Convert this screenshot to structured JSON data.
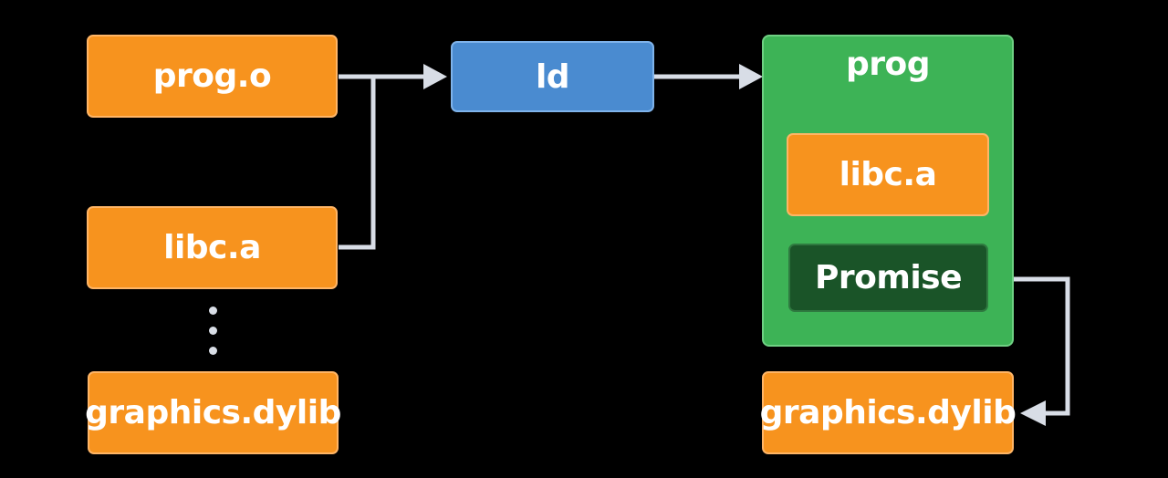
{
  "inputs": {
    "prog_o": "prog.o",
    "libc_a": "libc.a",
    "graphics_dylib": "graphics.dylib"
  },
  "linker": {
    "label": "ld"
  },
  "output": {
    "title": "prog",
    "libc_a": "libc.a",
    "promise": "Promise",
    "graphics_dylib": "graphics.dylib"
  },
  "colors": {
    "input_box": "#f7931e",
    "linker_box": "#4a8bd0",
    "output_container": "#3db356",
    "promise_box": "#1a5428",
    "connector": "#d8dde6",
    "background": "#000000"
  }
}
